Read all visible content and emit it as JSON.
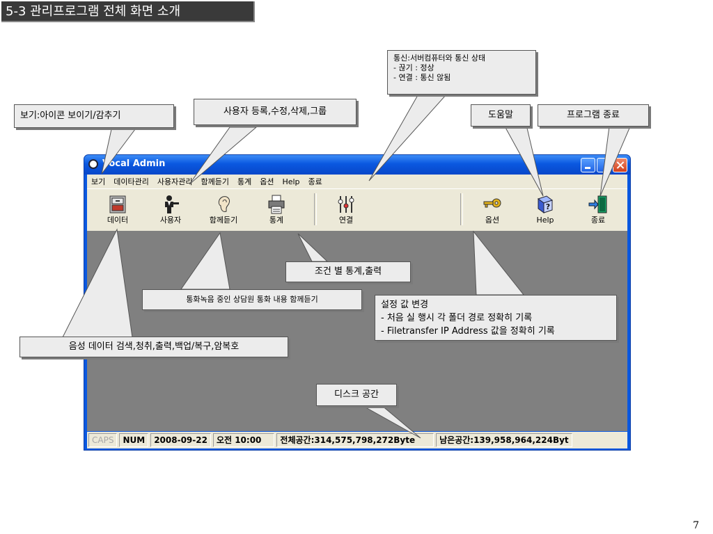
{
  "slide": {
    "title": "5-3 관리프로그램 전체 화면 소개",
    "page_number": "7"
  },
  "window": {
    "title": "Vocal Admin",
    "controls": {
      "minimize_icon": "minimize-icon",
      "maximize_icon": "maximize-icon",
      "close_icon": "close-icon"
    }
  },
  "menu": [
    "보기",
    "데이타관리",
    "사용자관리",
    "함께듣기",
    "통계",
    "옵션",
    "Help",
    "종료"
  ],
  "toolbar": {
    "data": "데이터",
    "user": "사용자",
    "listen": "함께듣기",
    "stats": "통계",
    "connect": "연결",
    "options": "옵션",
    "help": "Help",
    "exit": "종료"
  },
  "status": {
    "caps": "CAPS",
    "num": "NUM",
    "date": "2008-09-22",
    "time": "오전 10:00",
    "total_space": "전체공간:314,575,798,272Byte",
    "free_space": "남은공간:139,958,964,224Byt"
  },
  "callouts": {
    "view": "보기:아이콘 보이기/감추기",
    "user_mgmt": "사용자 등록,수정,삭제,그룹",
    "connection": [
      "통신:서버컴퓨터와 통신 상태",
      "- 끊기 : 정상",
      "- 연결 : 통신 않됨"
    ],
    "help": "도움말",
    "exit": "프로그램 종료",
    "stats": "조건 별 통계,출력",
    "listen": "통화녹음 중인 상담원 통화 내용 함께듣기",
    "options": [
      "설정 값 변경",
      "- 처음 실 행시 각 폴더 경로 정확히 기록",
      "- Filetransfer IP Address 값을 정확히 기록"
    ],
    "data": "음성 데이터 검색,청취,출력,백업/복구,암복호",
    "disk": "디스크 공간"
  }
}
